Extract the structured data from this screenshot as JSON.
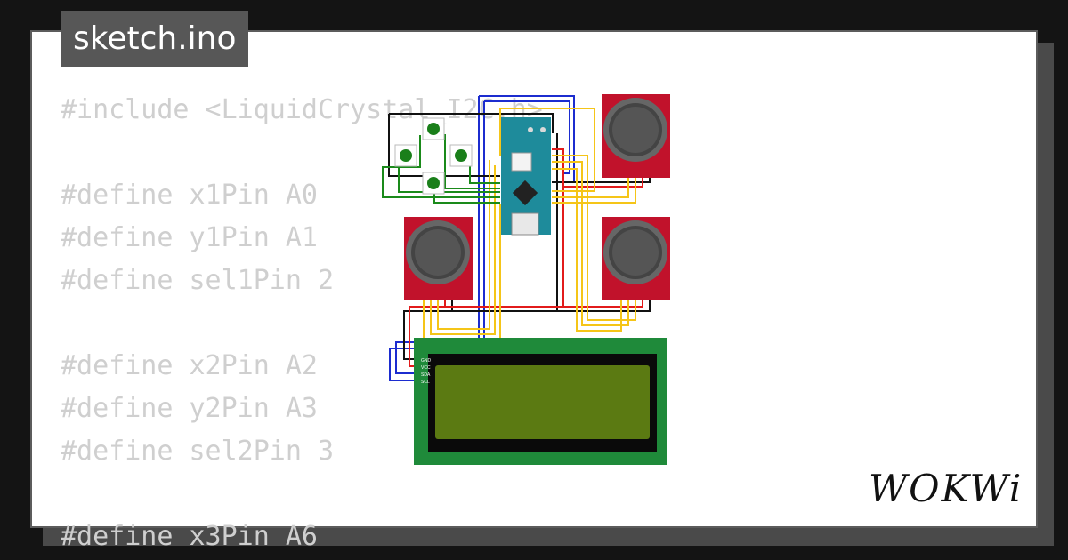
{
  "tab": {
    "filename": "sketch.ino"
  },
  "code": {
    "lines": [
      "#include <LiquidCrystal_I2C.h>",
      "",
      "#define x1Pin A0",
      "#define y1Pin A1",
      "#define sel1Pin 2",
      "",
      "#define x2Pin A2",
      "#define y2Pin A3",
      "#define sel2Pin 3",
      "",
      "#define x3Pin A6"
    ]
  },
  "brand": {
    "logo": "WOKWi"
  },
  "lcd": {
    "pins": [
      "GND",
      "VCC",
      "SDA",
      "SCL"
    ]
  },
  "colors": {
    "background": "#141414",
    "card": "#ffffff",
    "code_text": "#cfcfcf",
    "tab_bg": "#575757",
    "arduino": "#1e8b9b",
    "joystick_board": "#c1122b",
    "lcd_board": "#1f8a3a",
    "lcd_screen": "#5b7a12",
    "wire_yellow": "#f5c518",
    "wire_red": "#e21b1b",
    "wire_blue": "#1c2ccf",
    "wire_green": "#1a8a1a",
    "wire_black": "#111111"
  }
}
